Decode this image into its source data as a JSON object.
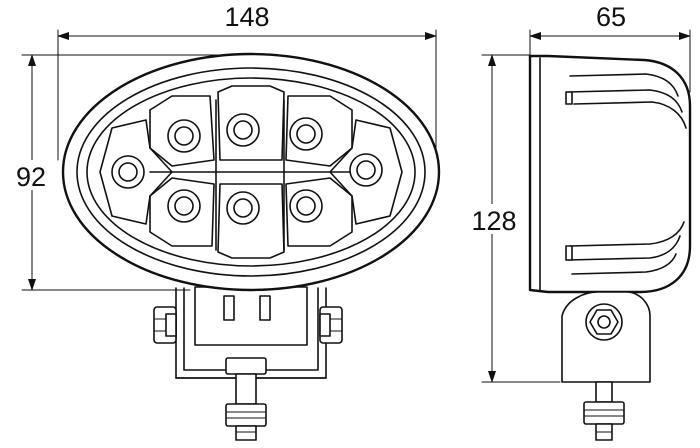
{
  "dimensions": {
    "front_width": "148",
    "front_height": "92",
    "side_width": "65",
    "side_height": "128"
  },
  "colors": {
    "line": "#111111",
    "background": "#ffffff"
  },
  "led_count": 8
}
